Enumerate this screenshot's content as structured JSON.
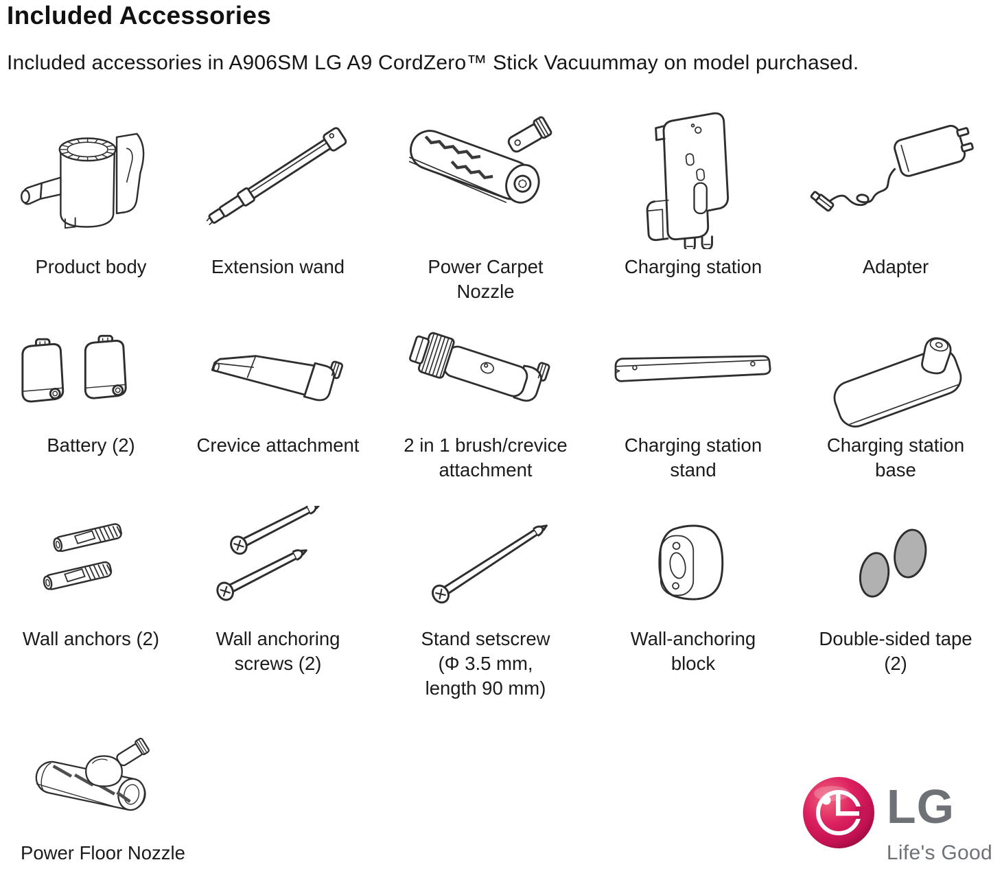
{
  "header": {
    "title": "Included Accessories",
    "subtitle": "Included accessories in A906SM LG A9 CordZero™ Stick Vacuummay on model purchased."
  },
  "grid": {
    "rows": [
      {
        "items": [
          {
            "label": "Product body",
            "icon": "product-body-illustration"
          },
          {
            "label": "Extension wand",
            "icon": "extension-wand-illustration"
          },
          {
            "label": "Power Carpet\nNozzle",
            "icon": "power-carpet-nozzle-illustration"
          },
          {
            "label": "Charging station",
            "icon": "charging-station-illustration"
          },
          {
            "label": "Adapter",
            "icon": "adapter-illustration"
          }
        ]
      },
      {
        "items": [
          {
            "label": "Battery (2)",
            "icon": "battery-illustration"
          },
          {
            "label": "Crevice attachment",
            "icon": "crevice-attachment-illustration"
          },
          {
            "label": "2 in 1 brush/crevice\nattachment",
            "icon": "two-in-one-brush-crevice-illustration"
          },
          {
            "label": "Charging station\nstand",
            "icon": "charging-station-stand-illustration"
          },
          {
            "label": "Charging station\nbase",
            "icon": "charging-station-base-illustration"
          }
        ]
      },
      {
        "items": [
          {
            "label": "Wall anchors (2)",
            "icon": "wall-anchors-illustration"
          },
          {
            "label": "Wall anchoring\nscrews (2)",
            "icon": "wall-anchoring-screws-illustration"
          },
          {
            "label": "Stand setscrew\n(Φ 3.5 mm,\nlength 90 mm)",
            "icon": "stand-setscrew-illustration"
          },
          {
            "label": "Wall-anchoring\nblock",
            "icon": "wall-anchoring-block-illustration"
          },
          {
            "label": "Double-sided tape\n(2)",
            "icon": "double-sided-tape-illustration"
          }
        ]
      }
    ]
  },
  "footer": {
    "item": {
      "label": "Power Floor Nozzle",
      "icon": "power-floor-nozzle-illustration"
    }
  },
  "brand": {
    "name": "LG",
    "tagline": "Life's Good",
    "logo_icon": "lg-circle-logo",
    "colors": {
      "logo_red": "#c01050",
      "wordmark_gray": "#6e7277"
    }
  },
  "colors": {
    "line_art": "#2e2e2e",
    "tape_fill": "#b1b1b1",
    "text": "#1b1b1b"
  }
}
